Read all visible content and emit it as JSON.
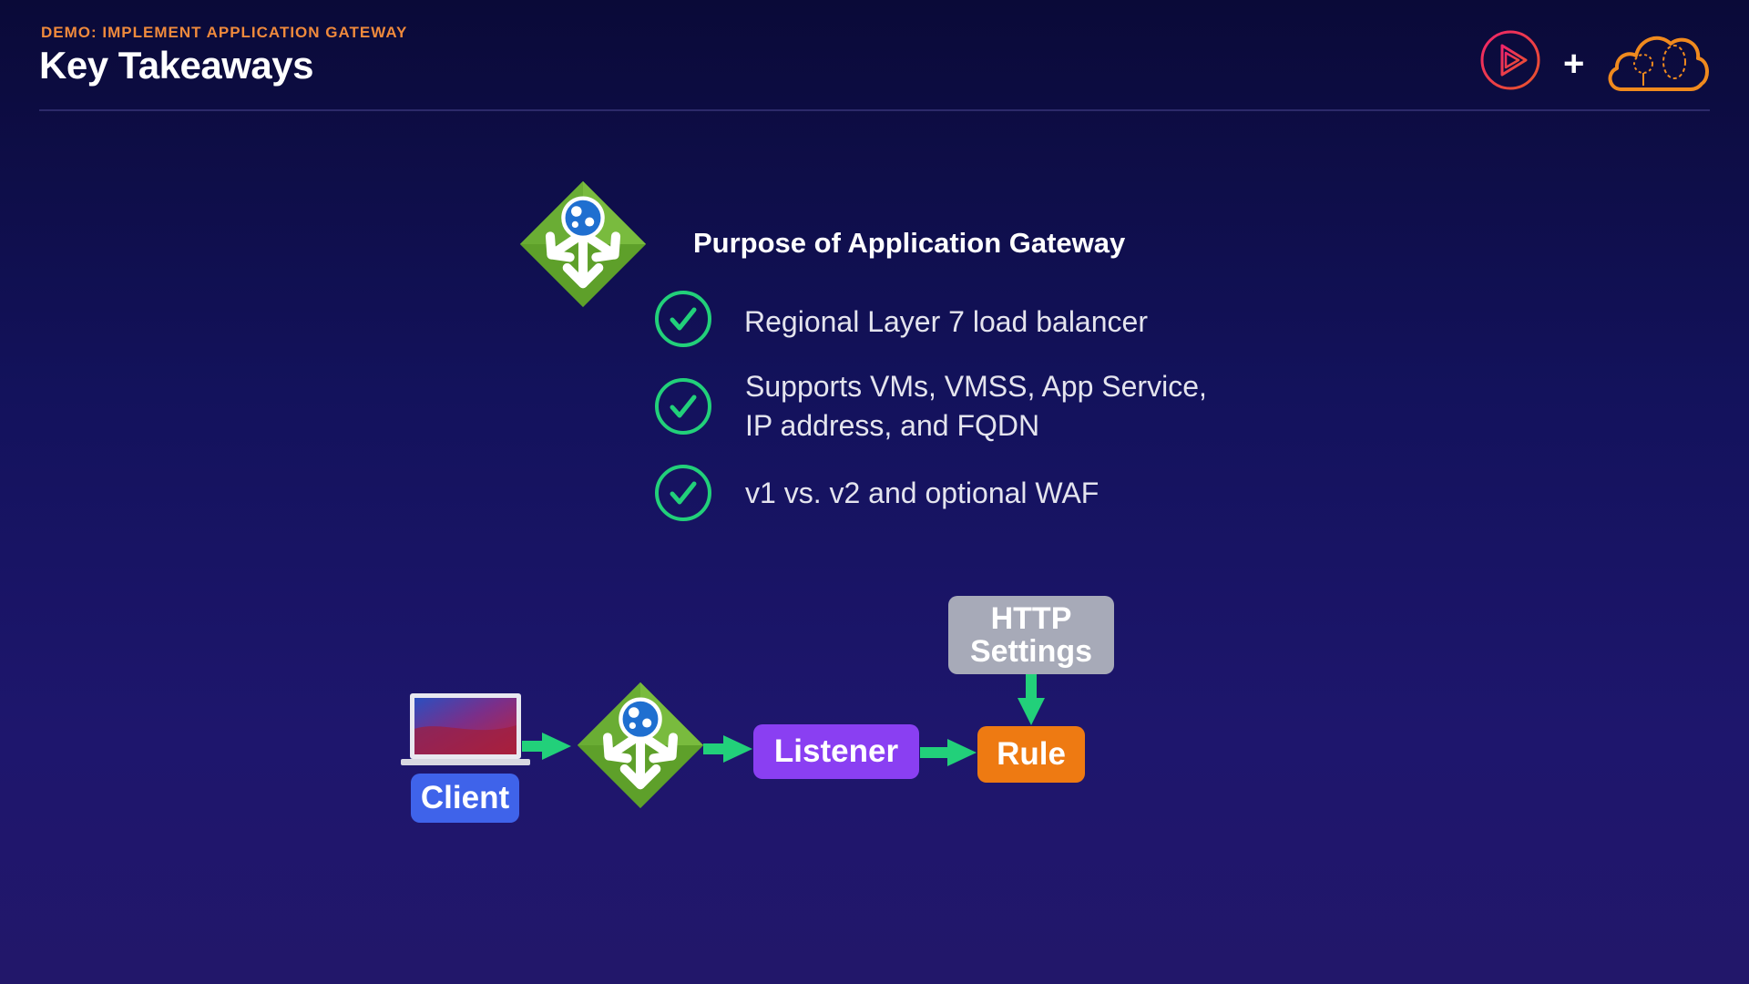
{
  "header": {
    "eyebrow": "DEMO: IMPLEMENT APPLICATION GATEWAY",
    "title": "Key Takeaways",
    "plus": "+"
  },
  "takeaways": {
    "heading": "Purpose of Application Gateway",
    "points": [
      {
        "line1": "Regional Layer 7 load balancer",
        "line2": ""
      },
      {
        "line1": "Supports VMs, VMSS, App Service,",
        "line2": "IP address, and FQDN"
      },
      {
        "line1": "v1 vs. v2 and optional WAF",
        "line2": ""
      }
    ]
  },
  "flow": {
    "client_label": "Client",
    "listener_label": "Listener",
    "rule_label": "Rule",
    "http_settings_line1": "HTTP",
    "http_settings_line2": "Settings"
  },
  "icons": {
    "gateway": "application-gateway-icon",
    "check": "check-circle-icon",
    "laptop": "laptop-icon",
    "pluralsight": "play-logo-icon",
    "cloud": "cloud-logo-icon"
  },
  "colors": {
    "accent_orange": "#f08a3c",
    "check_green": "#22d07a",
    "gateway_green": "#5ea02a",
    "client_blue": "#3f63ea",
    "listener_purple": "#8a3ff2",
    "rule_orange": "#ee7a12",
    "http_gray": "#a7aab8"
  }
}
